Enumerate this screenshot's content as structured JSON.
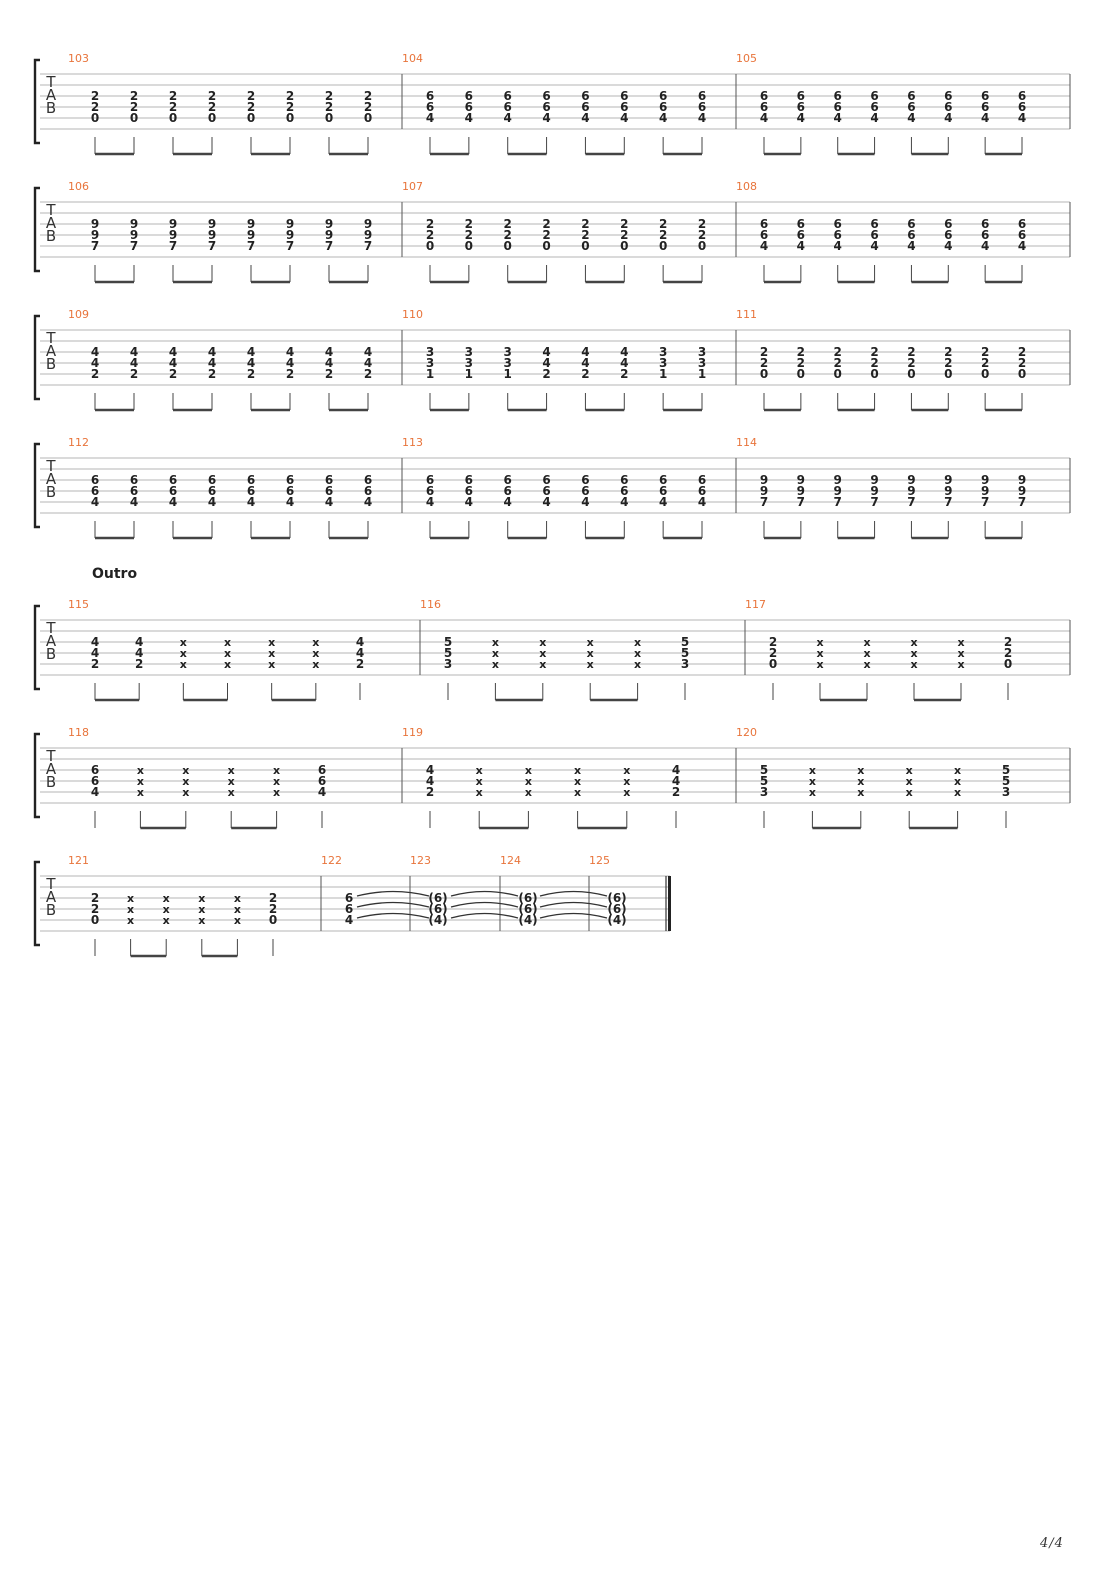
{
  "page": {
    "number_label": "4/4"
  },
  "colors": {
    "measure_number": "#e8743b",
    "staff_line": "#b5b5b5",
    "ink": "#222222"
  },
  "tab_clef": [
    "T",
    "A",
    "B"
  ],
  "systems": [
    {
      "section": "",
      "measures": [
        {
          "number": "103",
          "cols": [
            [
              "2",
              "2",
              "0"
            ],
            [
              "2",
              "2",
              "0"
            ],
            [
              "2",
              "2",
              "0"
            ],
            [
              "2",
              "2",
              "0"
            ],
            [
              "2",
              "2",
              "0"
            ],
            [
              "2",
              "2",
              "0"
            ],
            [
              "2",
              "2",
              "0"
            ],
            [
              "2",
              "2",
              "0"
            ]
          ]
        },
        {
          "number": "104",
          "cols": [
            [
              "6",
              "6",
              "4"
            ],
            [
              "6",
              "6",
              "4"
            ],
            [
              "6",
              "6",
              "4"
            ],
            [
              "6",
              "6",
              "4"
            ],
            [
              "6",
              "6",
              "4"
            ],
            [
              "6",
              "6",
              "4"
            ],
            [
              "6",
              "6",
              "4"
            ],
            [
              "6",
              "6",
              "4"
            ]
          ]
        },
        {
          "number": "105",
          "cols": [
            [
              "6",
              "6",
              "4"
            ],
            [
              "6",
              "6",
              "4"
            ],
            [
              "6",
              "6",
              "4"
            ],
            [
              "6",
              "6",
              "4"
            ],
            [
              "6",
              "6",
              "4"
            ],
            [
              "6",
              "6",
              "4"
            ],
            [
              "6",
              "6",
              "4"
            ],
            [
              "6",
              "6",
              "4"
            ]
          ]
        }
      ]
    },
    {
      "section": "",
      "measures": [
        {
          "number": "106",
          "cols": [
            [
              "9",
              "9",
              "7"
            ],
            [
              "9",
              "9",
              "7"
            ],
            [
              "9",
              "9",
              "7"
            ],
            [
              "9",
              "9",
              "7"
            ],
            [
              "9",
              "9",
              "7"
            ],
            [
              "9",
              "9",
              "7"
            ],
            [
              "9",
              "9",
              "7"
            ],
            [
              "9",
              "9",
              "7"
            ]
          ]
        },
        {
          "number": "107",
          "cols": [
            [
              "2",
              "2",
              "0"
            ],
            [
              "2",
              "2",
              "0"
            ],
            [
              "2",
              "2",
              "0"
            ],
            [
              "2",
              "2",
              "0"
            ],
            [
              "2",
              "2",
              "0"
            ],
            [
              "2",
              "2",
              "0"
            ],
            [
              "2",
              "2",
              "0"
            ],
            [
              "2",
              "2",
              "0"
            ]
          ]
        },
        {
          "number": "108",
          "cols": [
            [
              "6",
              "6",
              "4"
            ],
            [
              "6",
              "6",
              "4"
            ],
            [
              "6",
              "6",
              "4"
            ],
            [
              "6",
              "6",
              "4"
            ],
            [
              "6",
              "6",
              "4"
            ],
            [
              "6",
              "6",
              "4"
            ],
            [
              "6",
              "6",
              "4"
            ],
            [
              "6",
              "6",
              "4"
            ]
          ]
        }
      ]
    },
    {
      "section": "",
      "measures": [
        {
          "number": "109",
          "cols": [
            [
              "4",
              "4",
              "2"
            ],
            [
              "4",
              "4",
              "2"
            ],
            [
              "4",
              "4",
              "2"
            ],
            [
              "4",
              "4",
              "2"
            ],
            [
              "4",
              "4",
              "2"
            ],
            [
              "4",
              "4",
              "2"
            ],
            [
              "4",
              "4",
              "2"
            ],
            [
              "4",
              "4",
              "2"
            ]
          ]
        },
        {
          "number": "110",
          "cols": [
            [
              "3",
              "3",
              "1"
            ],
            [
              "3",
              "3",
              "1"
            ],
            [
              "3",
              "3",
              "1"
            ],
            [
              "4",
              "4",
              "2"
            ],
            [
              "4",
              "4",
              "2"
            ],
            [
              "4",
              "4",
              "2"
            ],
            [
              "3",
              "3",
              "1"
            ],
            [
              "3",
              "3",
              "1"
            ]
          ]
        },
        {
          "number": "111",
          "cols": [
            [
              "2",
              "2",
              "0"
            ],
            [
              "2",
              "2",
              "0"
            ],
            [
              "2",
              "2",
              "0"
            ],
            [
              "2",
              "2",
              "0"
            ],
            [
              "2",
              "2",
              "0"
            ],
            [
              "2",
              "2",
              "0"
            ],
            [
              "2",
              "2",
              "0"
            ],
            [
              "2",
              "2",
              "0"
            ]
          ]
        }
      ]
    },
    {
      "section": "",
      "measures": [
        {
          "number": "112",
          "cols": [
            [
              "6",
              "6",
              "4"
            ],
            [
              "6",
              "6",
              "4"
            ],
            [
              "6",
              "6",
              "4"
            ],
            [
              "6",
              "6",
              "4"
            ],
            [
              "6",
              "6",
              "4"
            ],
            [
              "6",
              "6",
              "4"
            ],
            [
              "6",
              "6",
              "4"
            ],
            [
              "6",
              "6",
              "4"
            ]
          ]
        },
        {
          "number": "113",
          "cols": [
            [
              "6",
              "6",
              "4"
            ],
            [
              "6",
              "6",
              "4"
            ],
            [
              "6",
              "6",
              "4"
            ],
            [
              "6",
              "6",
              "4"
            ],
            [
              "6",
              "6",
              "4"
            ],
            [
              "6",
              "6",
              "4"
            ],
            [
              "6",
              "6",
              "4"
            ],
            [
              "6",
              "6",
              "4"
            ]
          ]
        },
        {
          "number": "114",
          "cols": [
            [
              "9",
              "9",
              "7"
            ],
            [
              "9",
              "9",
              "7"
            ],
            [
              "9",
              "9",
              "7"
            ],
            [
              "9",
              "9",
              "7"
            ],
            [
              "9",
              "9",
              "7"
            ],
            [
              "9",
              "9",
              "7"
            ],
            [
              "9",
              "9",
              "7"
            ],
            [
              "9",
              "9",
              "7"
            ]
          ]
        }
      ]
    },
    {
      "section": "Outro",
      "measures": [
        {
          "number": "115",
          "cols": [
            [
              "4",
              "4",
              "2"
            ],
            [
              "4",
              "4",
              "2"
            ],
            [
              "x",
              "x",
              "x"
            ],
            [
              "x",
              "x",
              "x"
            ],
            [
              "x",
              "x",
              "x"
            ],
            [
              "x",
              "x",
              "x"
            ],
            [
              "4",
              "4",
              "2"
            ]
          ]
        },
        {
          "number": "116",
          "cols": [
            [
              "5",
              "5",
              "3"
            ],
            [
              "x",
              "x",
              "x"
            ],
            [
              "x",
              "x",
              "x"
            ],
            [
              "x",
              "x",
              "x"
            ],
            [
              "x",
              "x",
              "x"
            ],
            [
              "5",
              "5",
              "3"
            ]
          ]
        },
        {
          "number": "117",
          "cols": [
            [
              "2",
              "2",
              "0"
            ],
            [
              "x",
              "x",
              "x"
            ],
            [
              "x",
              "x",
              "x"
            ],
            [
              "x",
              "x",
              "x"
            ],
            [
              "x",
              "x",
              "x"
            ],
            [
              "2",
              "2",
              "0"
            ]
          ]
        }
      ]
    },
    {
      "section": "",
      "measures": [
        {
          "number": "118",
          "cols": [
            [
              "6",
              "6",
              "4"
            ],
            [
              "x",
              "x",
              "x"
            ],
            [
              "x",
              "x",
              "x"
            ],
            [
              "x",
              "x",
              "x"
            ],
            [
              "x",
              "x",
              "x"
            ],
            [
              "6",
              "6",
              "4"
            ]
          ]
        },
        {
          "number": "119",
          "cols": [
            [
              "4",
              "4",
              "2"
            ],
            [
              "x",
              "x",
              "x"
            ],
            [
              "x",
              "x",
              "x"
            ],
            [
              "x",
              "x",
              "x"
            ],
            [
              "x",
              "x",
              "x"
            ],
            [
              "4",
              "4",
              "2"
            ]
          ]
        },
        {
          "number": "120",
          "cols": [
            [
              "5",
              "5",
              "3"
            ],
            [
              "x",
              "x",
              "x"
            ],
            [
              "x",
              "x",
              "x"
            ],
            [
              "x",
              "x",
              "x"
            ],
            [
              "x",
              "x",
              "x"
            ],
            [
              "5",
              "5",
              "3"
            ]
          ]
        }
      ]
    },
    {
      "section": "",
      "measures": [
        {
          "number": "121",
          "cols": [
            [
              "2",
              "2",
              "0"
            ],
            [
              "x",
              "x",
              "x"
            ],
            [
              "x",
              "x",
              "x"
            ],
            [
              "x",
              "x",
              "x"
            ],
            [
              "x",
              "x",
              "x"
            ],
            [
              "2",
              "2",
              "0"
            ]
          ]
        },
        {
          "number": "122",
          "cols": [
            [
              "6",
              "6",
              "4"
            ]
          ]
        },
        {
          "number": "123",
          "cols": [
            [
              "(6)",
              "(6)",
              "(4)"
            ]
          ]
        },
        {
          "number": "124",
          "cols": [
            [
              "(6)",
              "(6)",
              "(4)"
            ]
          ]
        },
        {
          "number": "125",
          "cols": [
            [
              "(6)",
              "(6)",
              "(4)"
            ]
          ]
        }
      ]
    }
  ]
}
